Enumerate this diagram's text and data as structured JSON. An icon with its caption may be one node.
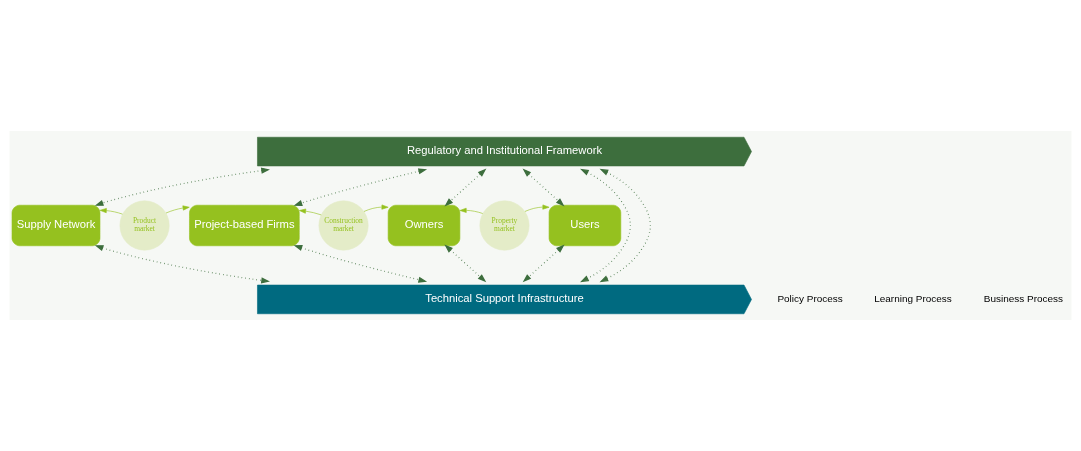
{
  "diagram": {
    "nodes": [
      {
        "text": [
          "Regulatory and Institutional Framework"
        ]
      },
      {
        "text": [
          "Supply Network"
        ]
      },
      {
        "text": [
          "Product market"
        ]
      },
      {
        "text": [
          "Project-based Firms"
        ]
      },
      {
        "text": [
          "Construction market"
        ]
      },
      {
        "text": [
          "Owners"
        ]
      },
      {
        "text": [
          "Property market"
        ]
      },
      {
        "text": [
          "Users"
        ]
      },
      {
        "text": [
          "Technical Support Infrastructure"
        ]
      }
    ],
    "edges": [
      {
        "from": 0,
        "to": 8,
        "arrow": "both",
        "style": "dashed"
      },
      {
        "from": 0,
        "to": 8,
        "arrow": "both",
        "style": "dashed"
      },
      {
        "from": 0,
        "to": 1,
        "arrow": "both",
        "style": "dashed"
      },
      {
        "from": 0,
        "to": 3,
        "arrow": "both",
        "style": "dashed"
      },
      {
        "from": 0,
        "to": 5,
        "arrow": "both",
        "style": "dashed"
      },
      {
        "from": 0,
        "to": 7,
        "arrow": "both",
        "style": "dashed"
      },
      {
        "from": 2,
        "to": 1,
        "arrow": "to",
        "color": "#95c11f"
      },
      {
        "from": 2,
        "to": 3,
        "arrow": "to",
        "color": "#95c11f"
      },
      {
        "from": 4,
        "to": 3,
        "arrow": "to",
        "color": "#95c11f"
      },
      {
        "from": 4,
        "to": 5,
        "arrow": "to",
        "color": "#95c11f"
      },
      {
        "from": 6,
        "to": 5,
        "arrow": "to",
        "color": "#95c11f"
      },
      {
        "from": 6,
        "to": 7,
        "arrow": "to",
        "color": "#95c11f"
      },
      {
        "from": 1,
        "to": 8,
        "arrow": "both",
        "style": "dashed"
      },
      {
        "from": 3,
        "to": 8,
        "arrow": "both",
        "style": "dashed"
      },
      {
        "from": 5,
        "to": 8,
        "arrow": "both",
        "style": "dashed"
      },
      {
        "from": 7,
        "to": 8,
        "arrow": "both",
        "style": "dashed"
      }
    ],
    "legend": [
      {
        "text": "Policy Process"
      },
      {
        "text": "Learning Process"
      },
      {
        "text": "Business Process"
      }
    ]
  }
}
